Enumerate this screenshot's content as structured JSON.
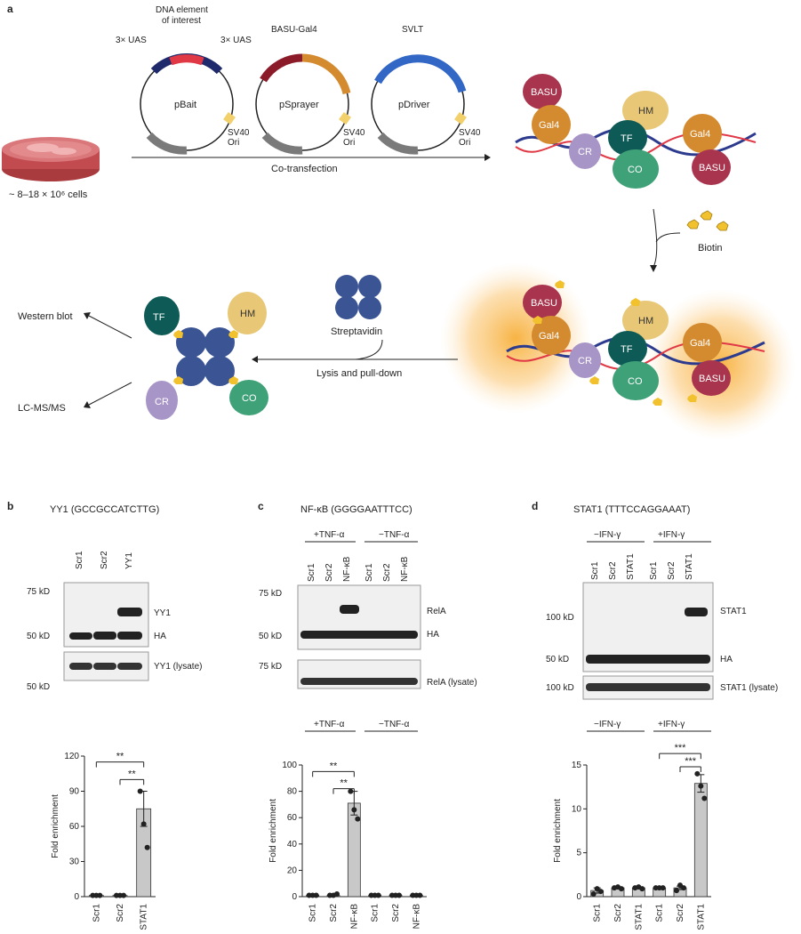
{
  "panels": {
    "a": "a",
    "b": "b",
    "c": "c",
    "d": "d"
  },
  "schematic": {
    "dna_element_label": "DNA element",
    "of_interest_label": "of interest",
    "uas_left": "3× UAS",
    "uas_right": "3× UAS",
    "plasmid1": "pBait",
    "plasmid2": "pSprayer",
    "plasmid3": "pDriver",
    "insert2": "BASU-Gal4",
    "insert3": "SVLT",
    "sv40_line1": "SV40",
    "sv40_line2": "Ori",
    "cotransfection": "Co-transfection",
    "cells": "~ 8–18 × 10⁶ cells",
    "biotin": "Biotin",
    "streptavidin": "Streptavidin",
    "lysis": "Lysis and pull-down",
    "western": "Western blot",
    "lcms": "LC-MS/MS",
    "blobs": {
      "basu": "BASU",
      "gal4": "Gal4",
      "hm": "HM",
      "tf": "TF",
      "cr": "CR",
      "co": "CO"
    }
  },
  "panel_b": {
    "title": "YY1 (GCCGCCATCTTG)",
    "lanes": [
      "Scr1",
      "Scr2",
      "YY1"
    ],
    "mw_top": [
      "75 kD",
      "50 kD"
    ],
    "mw_bottom": "50 kD",
    "band_labels": [
      "YY1",
      "HA"
    ],
    "lysate_label": "YY1 (lysate)",
    "significance": [
      "**",
      "**"
    ]
  },
  "panel_c": {
    "title": "NF-κB (GGGGAATTTCC)",
    "condition_plus": "+TNF-α",
    "condition_minus": "−TNF-α",
    "lanes": [
      "Scr1",
      "Scr2",
      "NF-κB",
      "Scr1",
      "Scr2",
      "NF-κB"
    ],
    "mw_top": [
      "75 kD",
      "50 kD"
    ],
    "mw_bottom": "75 kD",
    "band_labels": [
      "RelA",
      "HA"
    ],
    "lysate_label": "RelA (lysate)",
    "significance": [
      "**",
      "**"
    ]
  },
  "panel_d": {
    "title": "STAT1 (TTTCCAGGAAAT)",
    "condition_minus": "−IFN-γ",
    "condition_plus": "+IFN-γ",
    "lanes": [
      "Scr1",
      "Scr2",
      "STAT1",
      "Scr1",
      "Scr2",
      "STAT1"
    ],
    "mw_top": [
      "100 kD",
      "50 kD"
    ],
    "mw_bottom": "100 kD",
    "band_labels": [
      "STAT1",
      "HA"
    ],
    "lysate_label": "STAT1 (lysate)",
    "significance": [
      "***",
      "***"
    ]
  },
  "chart_data": [
    {
      "type": "bar",
      "panel": "b",
      "categories": [
        "Scr1",
        "Scr2",
        "STAT1"
      ],
      "values": [
        1,
        1,
        75
      ],
      "errors": [
        0,
        0,
        15
      ],
      "points": [
        [
          1,
          1,
          1
        ],
        [
          1,
          1,
          1
        ],
        [
          90,
          62,
          42
        ]
      ],
      "ylabel": "Fold enrichment",
      "ylim": [
        0,
        120
      ],
      "yticks": [
        0,
        30,
        60,
        90,
        120
      ],
      "colors": {
        "bar": "#c8c8c8",
        "edge": "#333333"
      }
    },
    {
      "type": "bar",
      "panel": "c",
      "groups": [
        "+TNF-α",
        "−TNF-α"
      ],
      "categories": [
        "Scr1",
        "Scr2",
        "NF-κB",
        "Scr1",
        "Scr2",
        "NF-κB"
      ],
      "values": [
        1,
        1,
        71,
        1,
        1,
        1
      ],
      "errors": [
        0,
        0,
        9,
        0,
        0,
        0
      ],
      "points": [
        [
          1,
          1,
          1
        ],
        [
          1,
          1,
          2
        ],
        [
          80,
          66,
          59
        ],
        [
          1,
          1,
          1
        ],
        [
          1,
          1,
          1
        ],
        [
          1,
          1,
          1
        ]
      ],
      "ylabel": "Fold enrichment",
      "ylim": [
        0,
        100
      ],
      "yticks": [
        0,
        20,
        40,
        60,
        80,
        100
      ],
      "colors": {
        "bar": "#c8c8c8",
        "edge": "#333333"
      }
    },
    {
      "type": "bar",
      "panel": "d",
      "groups": [
        "−IFN-γ",
        "+IFN-γ"
      ],
      "categories": [
        "Scr1",
        "Scr2",
        "STAT1",
        "Scr1",
        "Scr2",
        "STAT1"
      ],
      "values": [
        0.7,
        1.0,
        1.0,
        1.0,
        1.0,
        12.9
      ],
      "errors": [
        0.3,
        0.1,
        0.1,
        0.05,
        0.2,
        1.0
      ],
      "points": [
        [
          0.3,
          0.9,
          0.6
        ],
        [
          1.0,
          1.1,
          0.9
        ],
        [
          1.0,
          1.1,
          0.9
        ],
        [
          1.0,
          1.0,
          1.0
        ],
        [
          0.7,
          1.3,
          1.0
        ],
        [
          14.0,
          12.6,
          11.2
        ]
      ],
      "ylabel": "Fold enrichment",
      "ylim": [
        0,
        15
      ],
      "yticks": [
        0,
        5,
        10,
        15
      ],
      "colors": {
        "bar": "#c8c8c8",
        "edge": "#333333"
      }
    }
  ]
}
